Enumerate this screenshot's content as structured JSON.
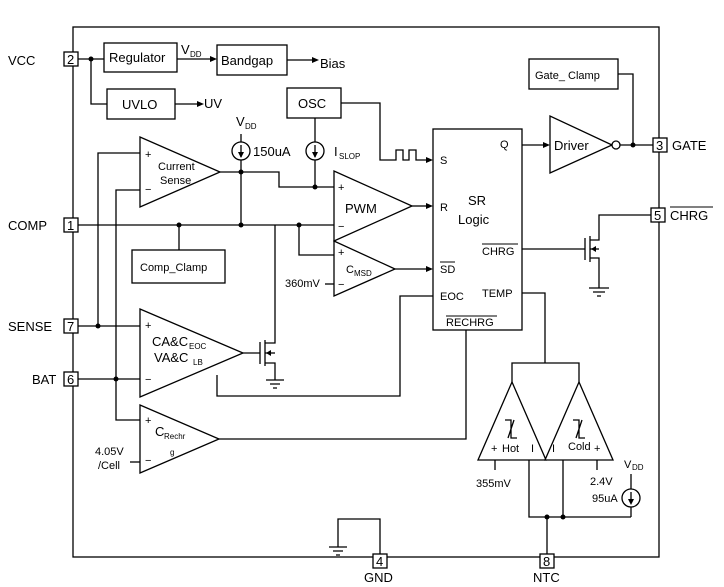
{
  "pins": {
    "vcc": {
      "name": "VCC",
      "num": "2"
    },
    "comp": {
      "name": "COMP",
      "num": "1"
    },
    "sense": {
      "name": "SENSE",
      "num": "7"
    },
    "bat": {
      "name": "BAT",
      "num": "6"
    },
    "gnd": {
      "name": "GND",
      "num": "4"
    },
    "ntc": {
      "name": "NTC",
      "num": "8"
    },
    "gate": {
      "name": "GATE",
      "num": "3"
    },
    "chrg": {
      "name": "CHRG",
      "num": "5"
    }
  },
  "blocks": {
    "regulator": "Regulator",
    "bandgap": "Bandgap",
    "bias": "Bias",
    "uvlo": "UVLO",
    "uv": "UV",
    "osc": "OSC",
    "gate_clamp": "Gate_ Clamp",
    "comp_clamp": "Comp_Clamp",
    "driver": "Driver",
    "sr_logic_1": "SR",
    "sr_logic_2": "Logic"
  },
  "amps": {
    "current_sense_1": "Current",
    "current_sense_2": "Sense",
    "pwm": "PWM",
    "cmsd_c": "C",
    "cmsd_sub": "MSD",
    "ca_1": "CA&C",
    "ca_1_sub": "EOC",
    "ca_2": "VA&C",
    "ca_2_sub": "LB",
    "crech_c": "C",
    "crech_sub": "Rechr",
    "crech_g": "g",
    "hot": "Hot",
    "cold": "Cold"
  },
  "ports": {
    "s": "S",
    "r": "R",
    "sd": "SD",
    "eoc": "EOC",
    "q": "Q",
    "chrg": "CHRG",
    "temp": "TEMP",
    "rechrg": "RECHRG"
  },
  "labels": {
    "vdd_v": "V",
    "vdd_sub": "DD",
    "i_150": "150uA",
    "islop_i": "I",
    "islop_sub": "SLOP",
    "v360": "360mV",
    "v405": "4.05V",
    "percell": "/Cell",
    "v355": "355mV",
    "v24": "2.4V",
    "i95": "95uA"
  }
}
